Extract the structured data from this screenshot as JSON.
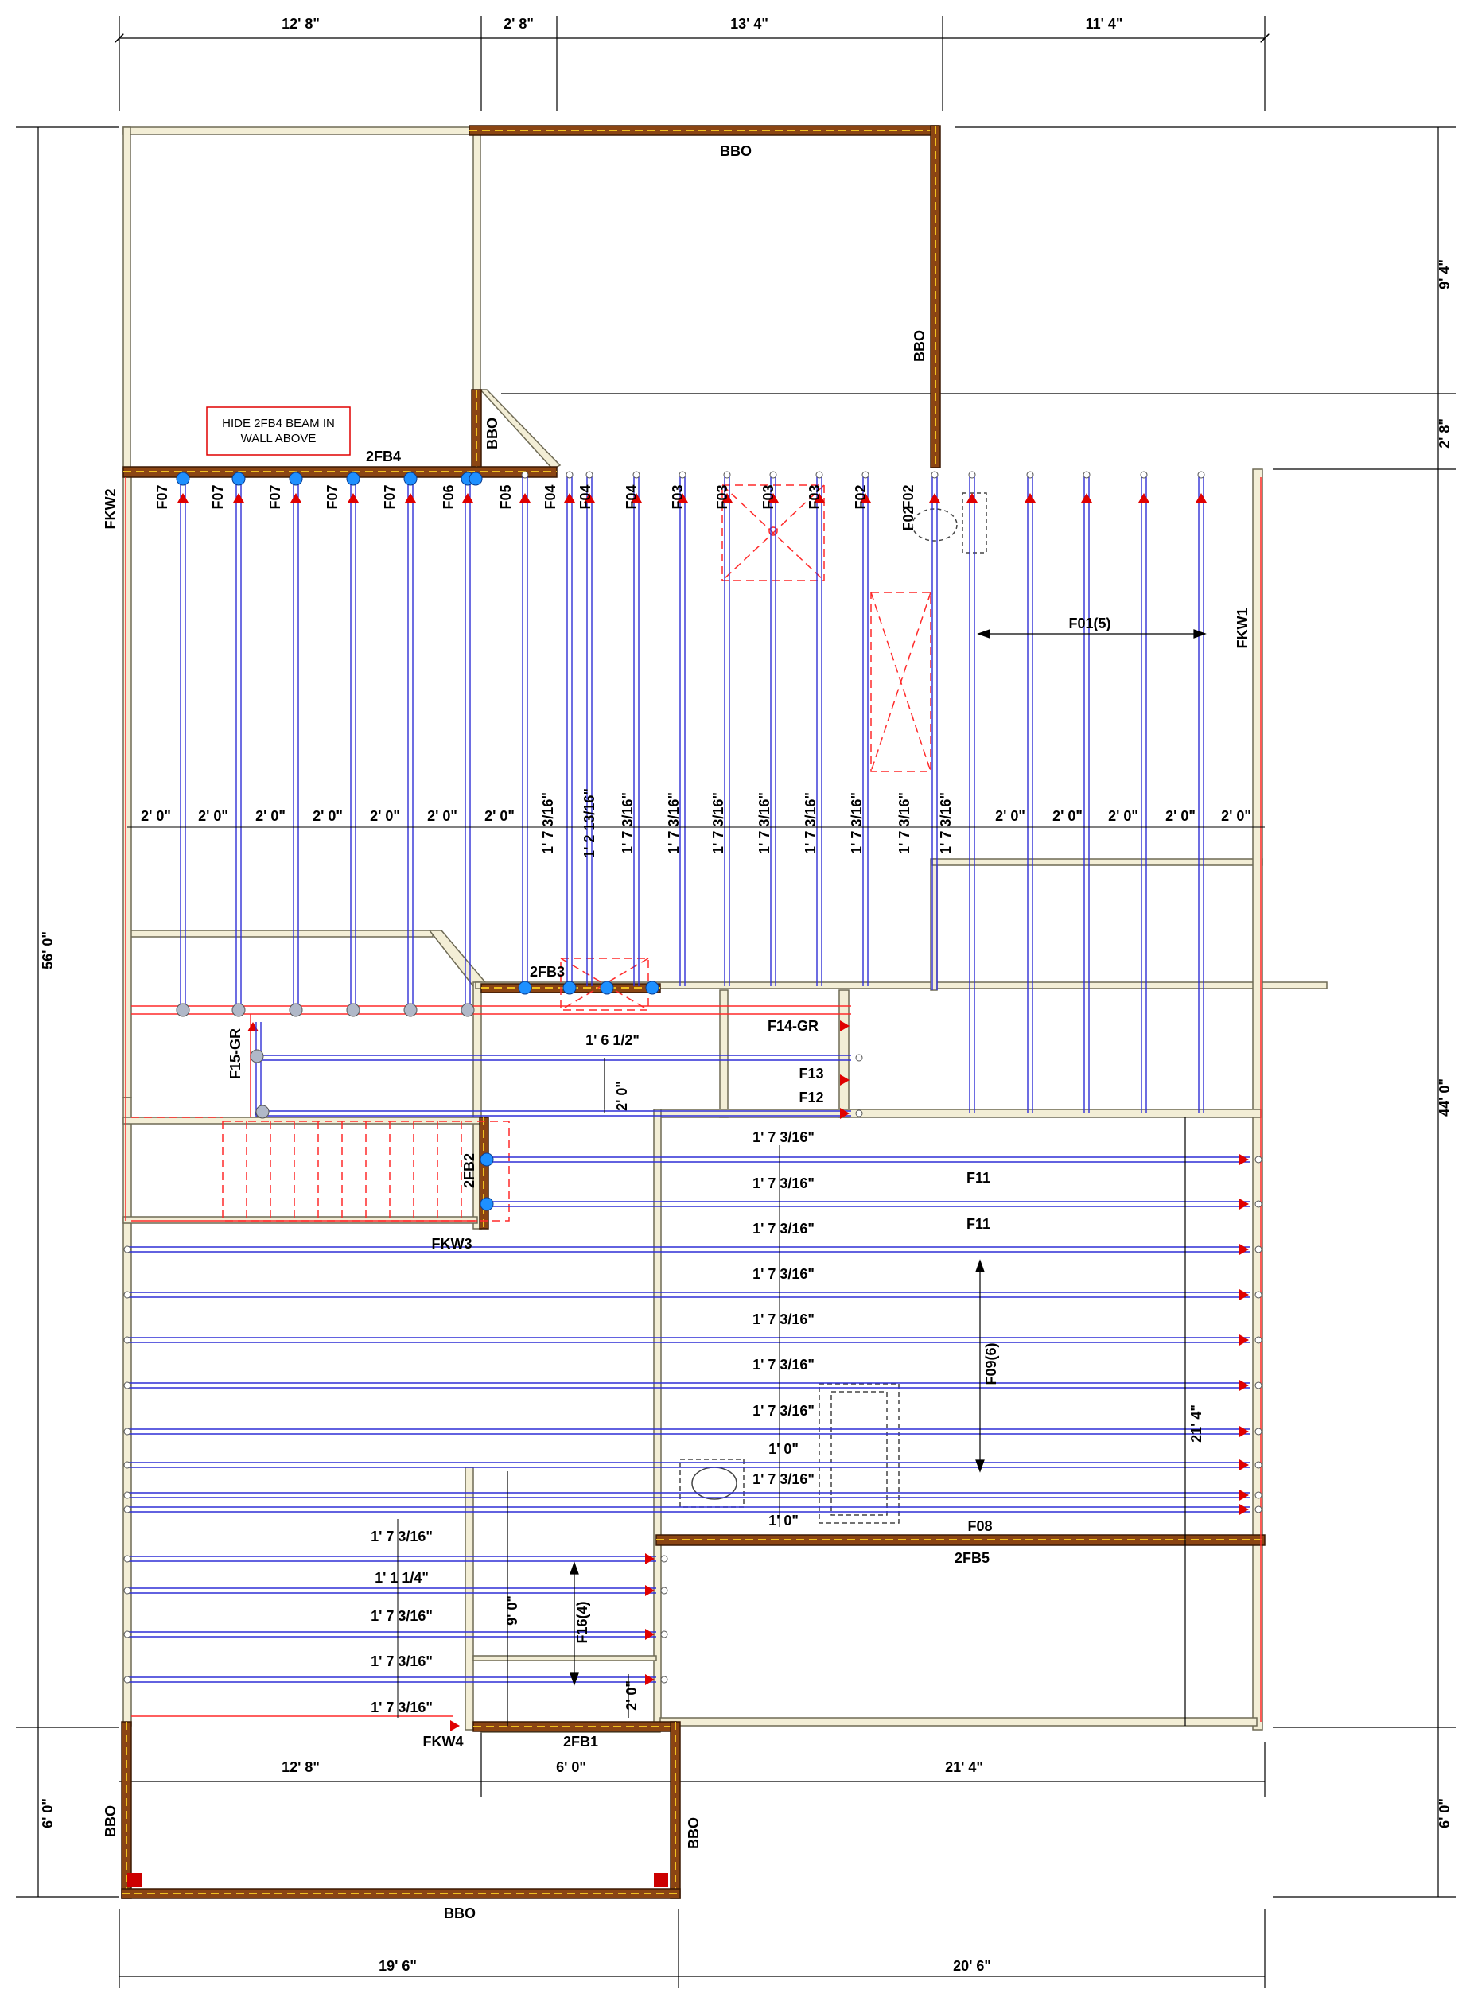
{
  "overall_dims": {
    "top": [
      "12' 8\"",
      "2' 8\"",
      "13' 4\"",
      "11' 4\""
    ],
    "bottom": [
      "19' 6\"",
      "20' 6\""
    ],
    "left": [
      "56' 0\"",
      "6' 0\""
    ],
    "right": [
      "9' 4\"",
      "2' 8\"",
      "44' 0\"",
      "6' 0\""
    ],
    "porch": [
      "12' 8\"",
      "6' 0\"",
      "21' 4\""
    ]
  },
  "note": {
    "line1": "HIDE 2FB4 BEAM IN",
    "line2": "WALL ABOVE"
  },
  "beams": {
    "bbo": "BBO",
    "fb1": "2FB1",
    "fb2": "2FB2",
    "fb3": "2FB3",
    "fb4": "2FB4",
    "fb5": "2FB5"
  },
  "walls": {
    "fkw1": "FKW1",
    "fkw2": "FKW2",
    "fkw3": "FKW3",
    "fkw4": "FKW4"
  },
  "joists_upper": [
    "F07",
    "F07",
    "F07",
    "F07",
    "F07",
    "F06",
    "F05",
    "F04",
    "F04",
    "F04",
    "F03",
    "F03",
    "F03",
    "F03",
    "F02",
    "F02"
  ],
  "spacing_upper": [
    "2' 0\"",
    "2' 0\"",
    "2' 0\"",
    "2' 0\"",
    "2' 0\"",
    "2' 0\"",
    "2' 0\"",
    "1' 7 3/16\"",
    "1' 2 13/16\"",
    "1' 7 3/16\"",
    "1' 7 3/16\"",
    "1' 7 3/16\"",
    "1' 7 3/16\"",
    "1' 7 3/16\"",
    "1' 7 3/16\"",
    "1' 7 3/16\"",
    "1' 7 3/16\"",
    "2' 0\"",
    "2' 0\"",
    "2' 0\"",
    "2' 0\"",
    "2' 0\""
  ],
  "groups": {
    "f01": "F01(5)",
    "f09": "F09(6)",
    "f16": "F16(4)"
  },
  "mid": {
    "f14": "F14-GR",
    "f15": "F15-GR",
    "f13": "F13",
    "f12": "F12",
    "d1": "1' 6 1/2\"",
    "d2": "2' 0\""
  },
  "lower": {
    "spacing": [
      "1' 7 3/16\"",
      "1' 7 3/16\"",
      "1' 7 3/16\"",
      "1' 7 3/16\"",
      "1' 7 3/16\"",
      "1' 7 3/16\"",
      "1' 7 3/16\"",
      "1' 0\"",
      "1' 7 3/16\"",
      "1' 0\""
    ],
    "f11a": "F11",
    "f11b": "F11",
    "f08": "F08",
    "d21": "21' 4\""
  },
  "bottom_left": {
    "spacing": [
      "1' 7 3/16\"",
      "1' 1 1/4\"",
      "1' 7 3/16\"",
      "1' 7 3/16\"",
      "1' 7 3/16\""
    ],
    "d9": "9' 0\"",
    "d2": "2' 0\""
  }
}
